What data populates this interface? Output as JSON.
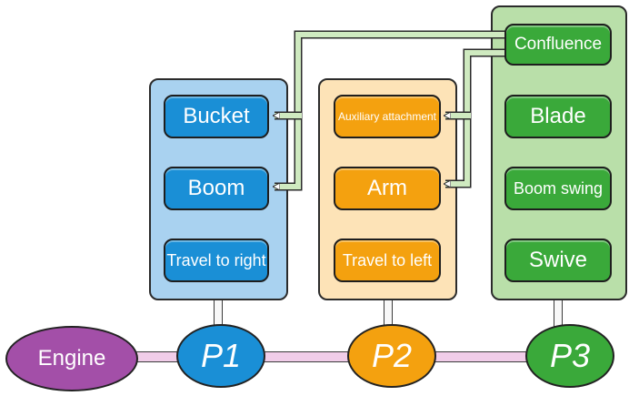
{
  "panels": {
    "left": {
      "color": "#a9d2f0",
      "items": [
        "Bucket",
        "Boom",
        "Travel to right"
      ]
    },
    "middle": {
      "color": "#fde3b7",
      "items": [
        "Auxiliary attachment",
        "Arm",
        "Travel to left"
      ]
    },
    "right": {
      "color": "#b9dfa9",
      "items": [
        "Confluence",
        "Blade",
        "Boom swing",
        "Swive"
      ]
    }
  },
  "engine": {
    "label": "Engine",
    "color": "#a34fa8"
  },
  "pumps": [
    {
      "label": "P1",
      "color": "#1a8fd6"
    },
    {
      "label": "P2",
      "color": "#f4a10f"
    },
    {
      "label": "P3",
      "color": "#3aa93a"
    }
  ],
  "colors": {
    "blue_button": "#1a8fd6",
    "orange_button": "#f4a10f",
    "green_button": "#3aa93a",
    "flow_arrow": "#cfeac0",
    "shaft": "#f1cde9"
  }
}
